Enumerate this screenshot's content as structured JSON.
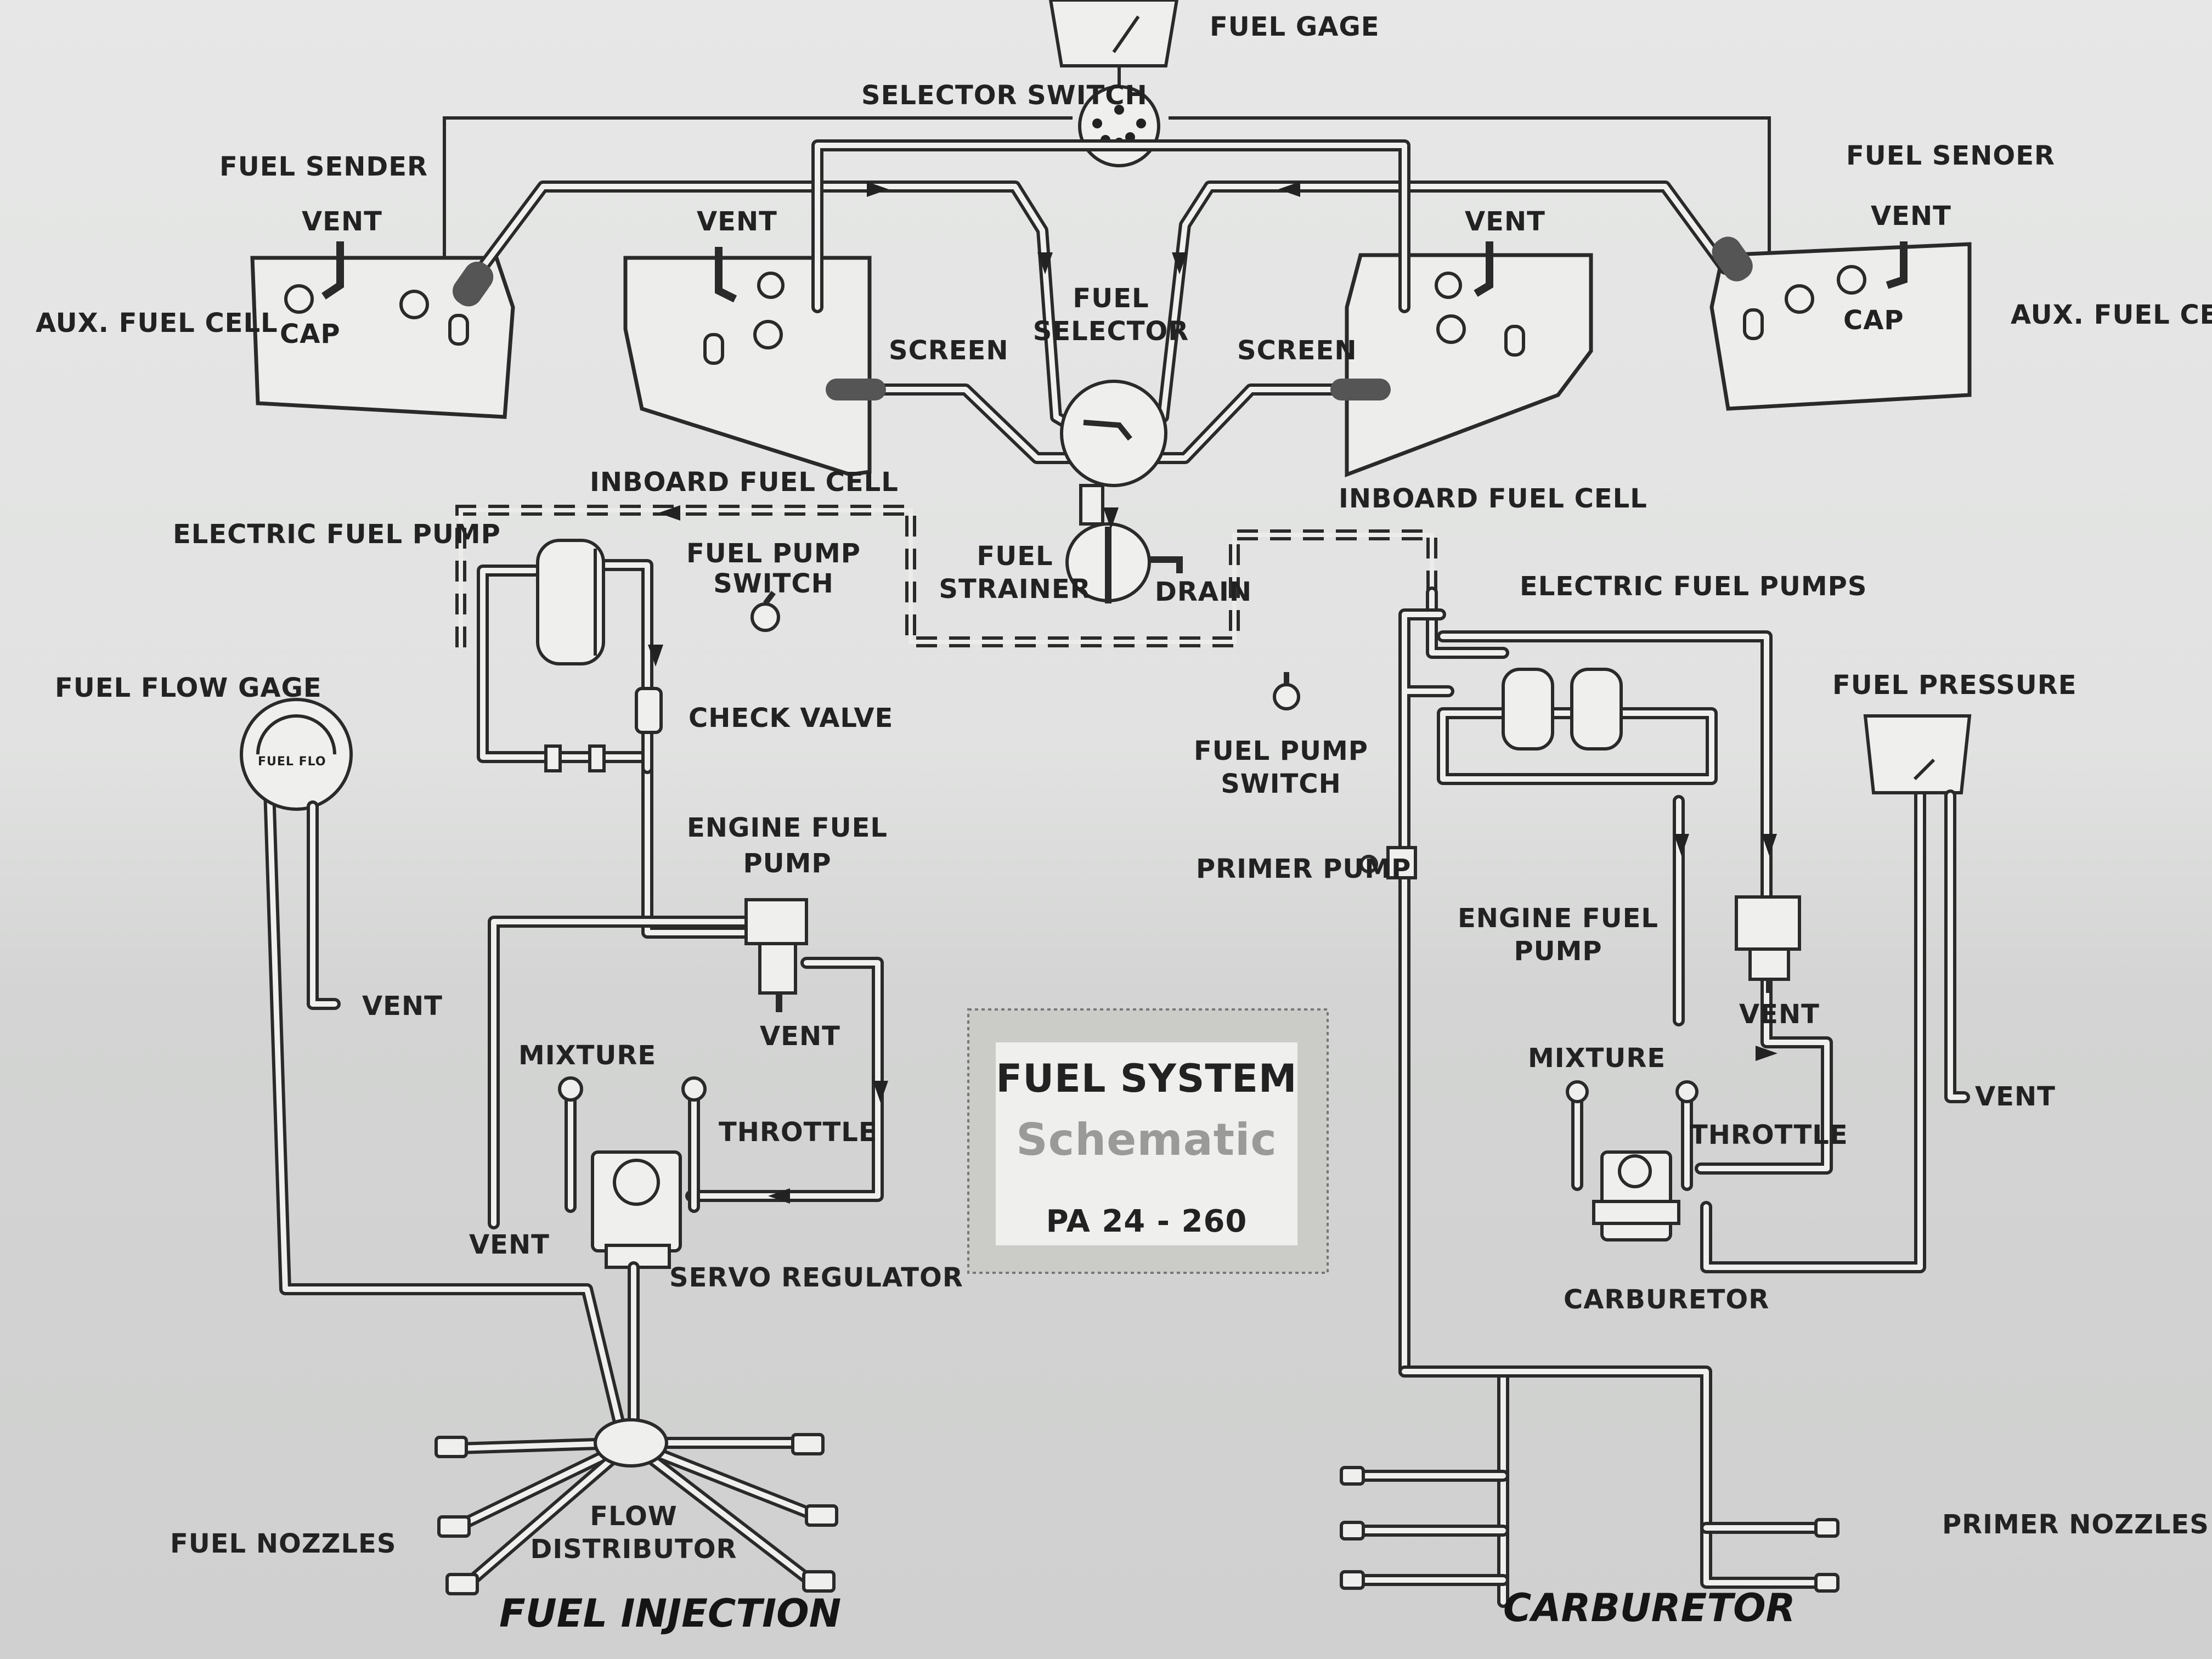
{
  "labels": {
    "fuel_gage": "FUEL GAGE",
    "selector_switch": "SELECTOR SWITCH",
    "fuel_sender_left": "FUEL SENDER",
    "fuel_sender_right": "FUEL SENOER",
    "vent_aux_left": "VENT",
    "vent_inboard_left": "VENT",
    "vent_inboard_right": "VENT",
    "vent_aux_right": "VENT",
    "aux_cell_left": "AUX. FUEL CELL",
    "aux_cell_right": "AUX. FUEL CELL",
    "cap_left": "CAP",
    "cap_right": "CAP",
    "fuel_selector": [
      "FUEL",
      "SELECTOR"
    ],
    "screen_left": "SCREEN",
    "screen_right": "SCREEN",
    "inboard_cell_left": "INBOARD FUEL CELL",
    "inboard_cell_right": "INBOARD FUEL CELL",
    "electric_fuel_pump": "ELECTRIC FUEL PUMP",
    "fuel_pump_switch_left": [
      "FUEL PUMP",
      "SWITCH"
    ],
    "fuel_strainer": [
      "FUEL",
      "STRAINER"
    ],
    "drain": "DRAIN",
    "electric_fuel_pumps": "ELECTRIC FUEL PUMPS",
    "fuel_flow_gage": "FUEL FLOW GAGE",
    "check_valve": "CHECK VALVE",
    "fuel_pump_switch_right": [
      "FUEL PUMP",
      "SWITCH"
    ],
    "fuel_pressure": "FUEL PRESSURE",
    "engine_fuel_pump_left": [
      "ENGINE FUEL",
      "PUMP"
    ],
    "primer_pump": "PRIMER PUMP",
    "engine_fuel_pump_right": [
      "ENGINE FUEL",
      "PUMP"
    ],
    "vent_flow_gage": "VENT",
    "vent_engine_pump_left": "VENT",
    "vent_engine_pump_right": "VENT",
    "vent_pressure": "VENT",
    "vent_injection": "VENT",
    "mixture_left": "MIXTURE",
    "mixture_right": "MIXTURE",
    "throttle_left": "THROTTLE",
    "throttle_right": "THROTTLE",
    "servo_regulator": "SERVO REGULATOR",
    "carburetor_part": "CARBURETOR",
    "fuel_nozzles": "FUEL NOZZLES",
    "flow_distributor": [
      "FLOW",
      "DISTRIBUTOR"
    ],
    "primer_nozzles": "PRIMER NOZZLES",
    "fuel_injection_title": "FUEL INJECTION",
    "carburetor_title": "CARBURETOR"
  },
  "title_box": {
    "title": "FUEL SYSTEM",
    "subtitle": "Schematic",
    "model": "PA 24 - 260"
  },
  "flow_gage_text": "FUEL FLO"
}
